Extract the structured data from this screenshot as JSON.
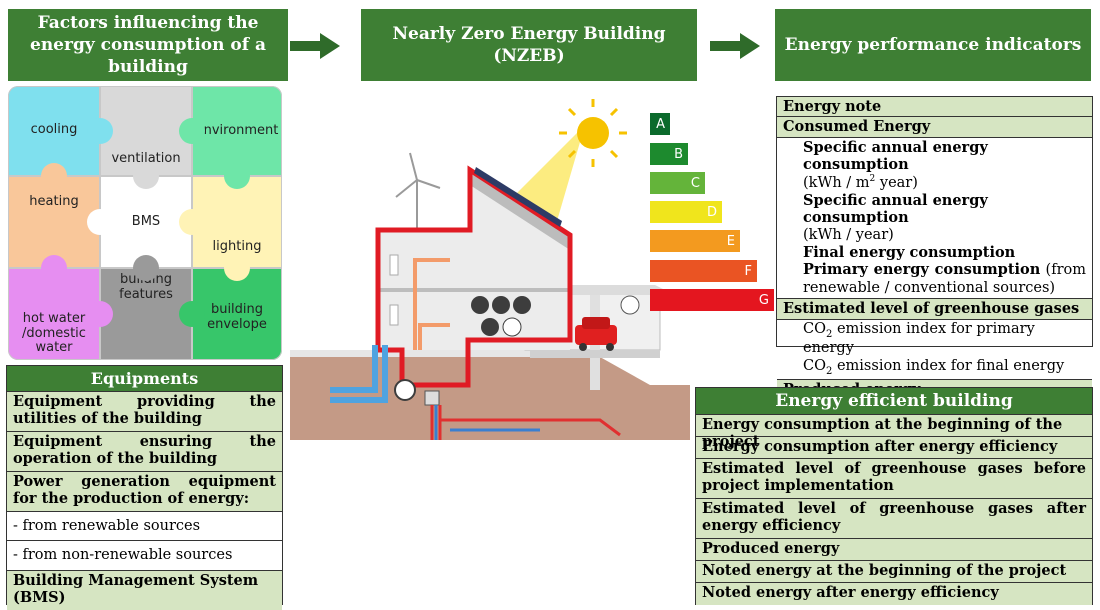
{
  "headers": {
    "factors": "Factors influencing the energy consumption of a building",
    "nzeb_line1": "Nearly Zero Energy Building",
    "nzeb_line2": "(NZEB)",
    "indicators": "Energy performance indicators"
  },
  "puzzle": {
    "cooling": "cooling",
    "ventilation": "ventilation",
    "environment": "environment",
    "heating": "heating",
    "bms": "BMS",
    "lighting": "lighting",
    "hot_water": "hot water\n/domestic\nwater",
    "building_features": "building\nfeatures",
    "building_envelope": "building\nenvelope"
  },
  "colors": {
    "header_green": "#3e7f34",
    "row_green": "#d6e5c2",
    "cooling": "#7fe0ee",
    "ventilation": "#d9d9d9",
    "environment": "#6ee6a8",
    "heating": "#f9c79a",
    "bms": "#ffffff",
    "lighting": "#fff3b6",
    "hot_water": "#e68ef1",
    "building_features": "#9a9a9a",
    "building_envelope": "#37c66a"
  },
  "equipments": {
    "title": "Equipments",
    "rows": [
      "Equipment providing the utilities of the building",
      "Equipment ensuring the operation of the building",
      "Power generation equipment for the production of energy:",
      "- from renewable sources",
      "- from non-renewable sources",
      "Building Management System (BMS)"
    ]
  },
  "energy_classes": [
    "A",
    "B",
    "C",
    "D",
    "E",
    "F",
    "G"
  ],
  "indicators": {
    "energy_note": "Energy note",
    "consumed_energy": "Consumed Energy",
    "specific_annual_1": "Specific annual energy consumption",
    "unit_1_a": "(kWh / m",
    "unit_1_sup": "2",
    "unit_1_b": " year)",
    "specific_annual_2": "Specific annual energy consumption",
    "unit_2": "(kWh / year)",
    "final_energy": "Final energy consumption",
    "primary_energy": "Primary energy consumption",
    "primary_energy_rest": " (from renewable /  conventional sources)",
    "ghg": "Estimated level of greenhouse gases",
    "co2_a": "CO",
    "co2_sub": "2",
    "co2_primary": " emission index for primary energy",
    "co2_final": " emission index for final energy",
    "produced": "Produced energy"
  },
  "efficient": {
    "title": "Energy efficient building",
    "rows": [
      "Energy consumption at the beginning of the project",
      "Energy consumption after energy efficiency",
      "Estimated level of greenhouse gases before project implementation",
      "Estimated level of greenhouse gases after energy efficiency",
      "Produced energy",
      "Noted energy at the beginning of the project",
      "Noted energy after energy efficiency"
    ]
  }
}
